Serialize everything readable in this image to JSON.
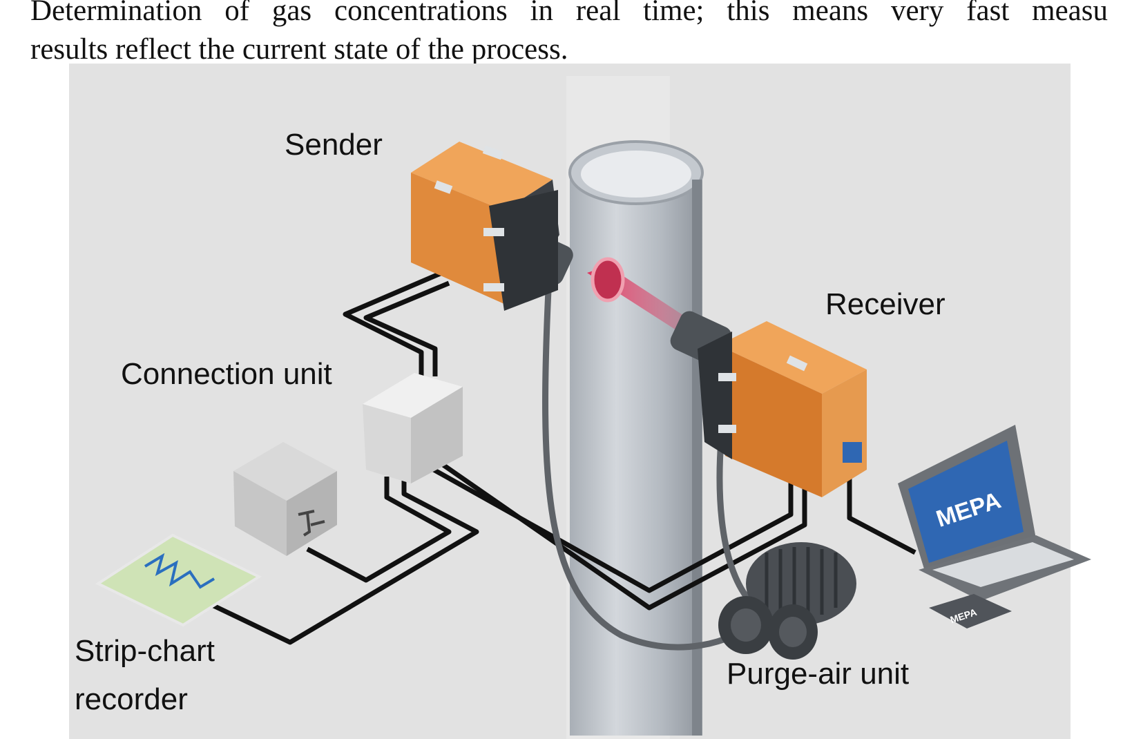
{
  "text": {
    "line1": "Determination of gas concentrations in real time; this means very fast measu",
    "line2": "results reflect the current state of the process."
  },
  "labels": {
    "sender": "Sender",
    "receiver": "Receiver",
    "connection_unit": "Connection unit",
    "strip_chart_1": "Strip-chart",
    "strip_chart_2": "recorder",
    "purge_air": "Purge-air unit"
  },
  "laptop": {
    "screen_text": "MEPA",
    "disk_text": "MEPA"
  },
  "colors": {
    "background": "#e2e2e2",
    "orange": "#e08a3c",
    "orange_dark": "#c96f25",
    "beam": "#e0305a",
    "screen_blue": "#2f67b3",
    "stack": "#b9bfc6"
  }
}
